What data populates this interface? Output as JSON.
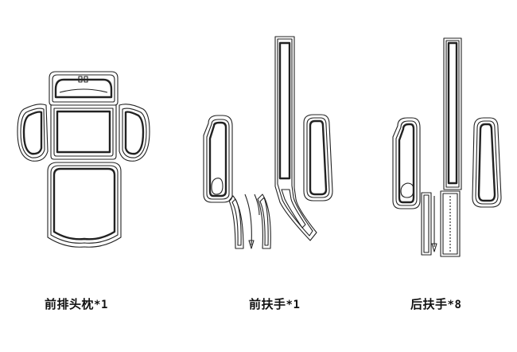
{
  "colors": {
    "stroke": "#222222",
    "background": "#ffffff",
    "text": "#111111"
  },
  "groups": [
    {
      "label": "前排头枕",
      "qty": "*1"
    },
    {
      "label": "前扶手",
      "qty": "*1"
    },
    {
      "label": "后扶手",
      "qty": "*8"
    }
  ]
}
